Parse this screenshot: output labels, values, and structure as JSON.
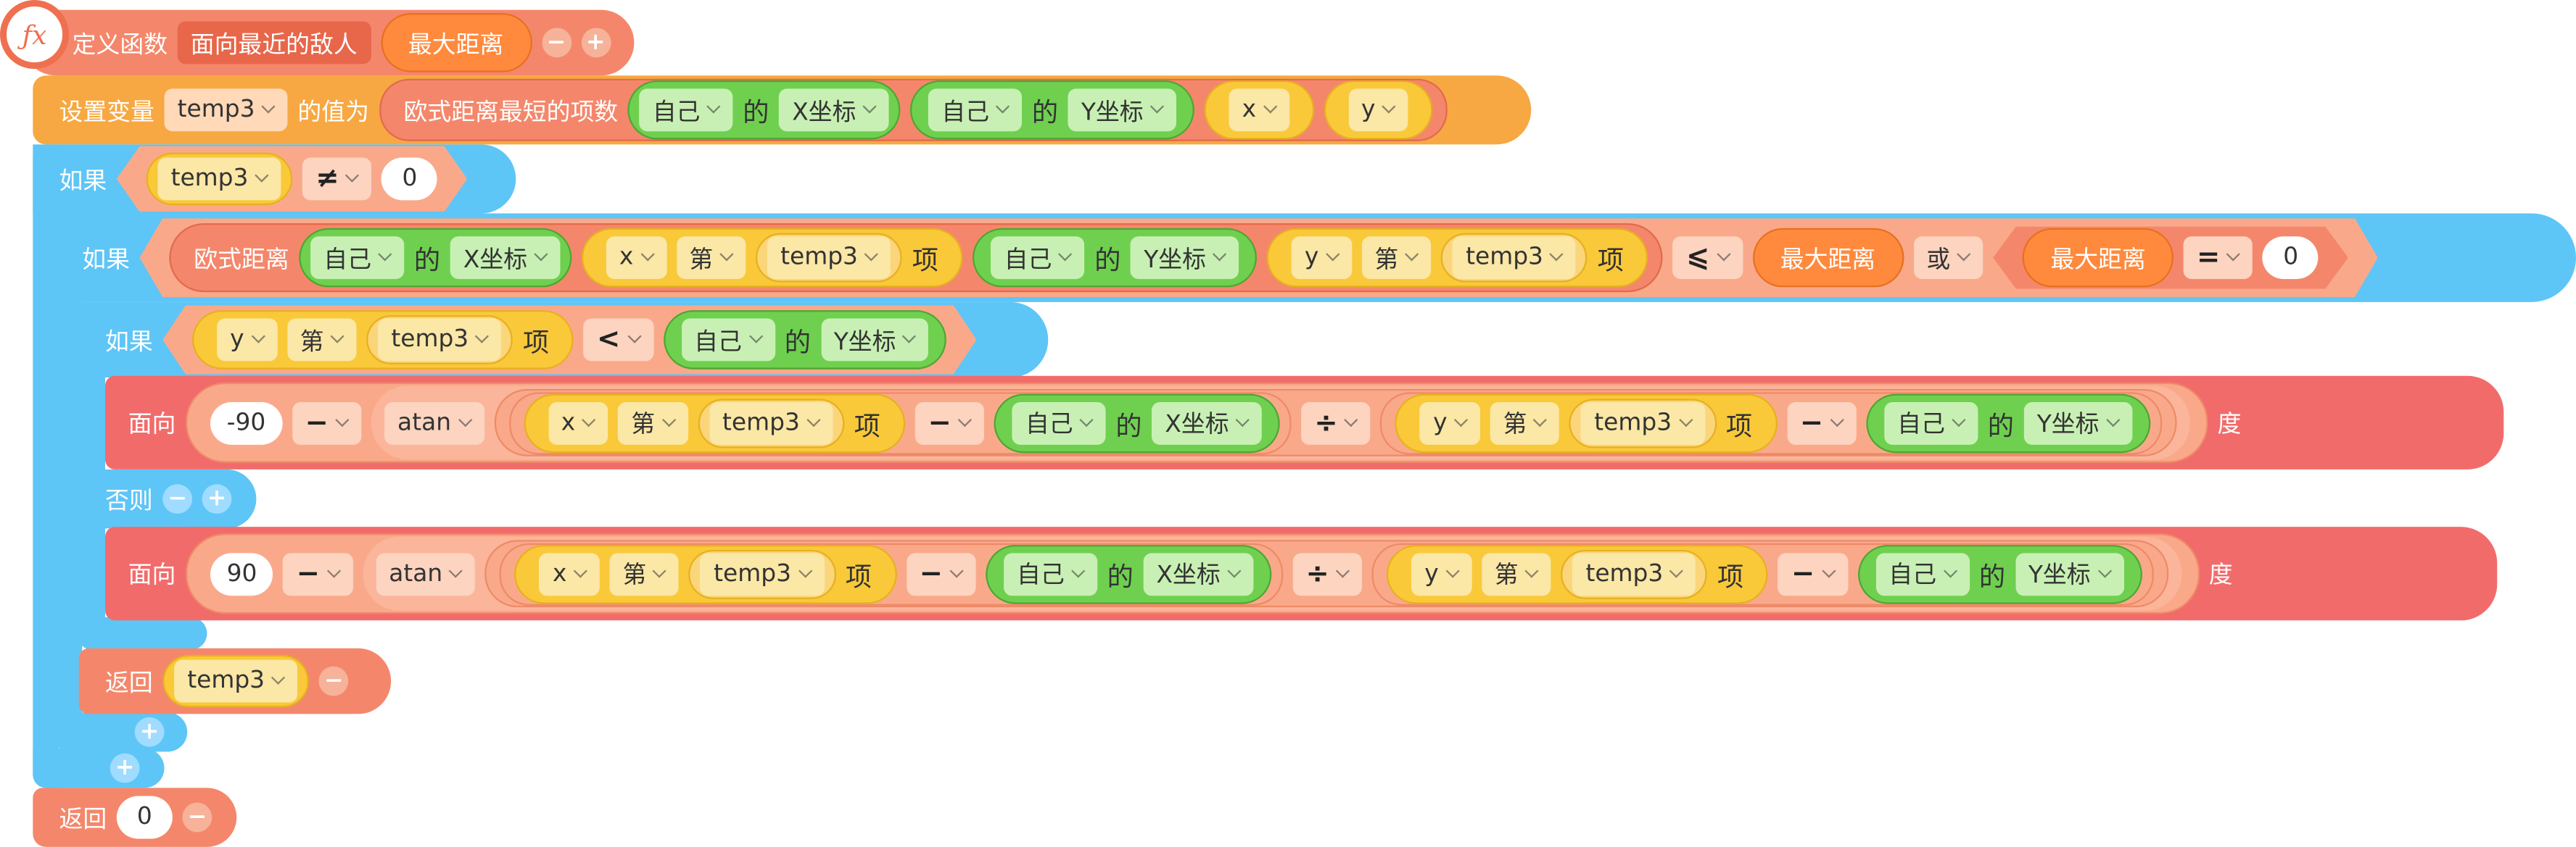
{
  "func": {
    "define_label": "定义函数",
    "name": "面向最近的敌人",
    "param": "最大距离",
    "minus": "−",
    "plus": "+"
  },
  "vars": {
    "temp3": "temp3",
    "x": "x",
    "y": "y"
  },
  "labels": {
    "set_var": "设置变量",
    "value_is": "的值为",
    "euclid_shortest": "欧式距离最短的项数",
    "self": "自己",
    "of": "的",
    "x_coord": "X坐标",
    "y_coord": "Y坐标",
    "if": "如果",
    "else": "否则",
    "return": "返回",
    "face": "面向",
    "atan": "atan",
    "euclid": "欧式距离",
    "nth": "第",
    "item": "项",
    "or": "或",
    "degree": "度",
    "max_dist": "最大距离"
  },
  "ops": {
    "neq": "≠",
    "leq": "⩽",
    "lt": "<",
    "eq": "=",
    "minus": "−",
    "div": "÷"
  },
  "nums": {
    "zero": "0",
    "neg90": "-90",
    "ninety": "90"
  },
  "colors": {
    "tomato": "#f4876b",
    "orange": "#f7a842",
    "blue": "#5ec5f7",
    "green": "#6fd04f",
    "yellow": "#f9c93a",
    "red": "#f26b6b",
    "salmon": "#f9a98a"
  }
}
